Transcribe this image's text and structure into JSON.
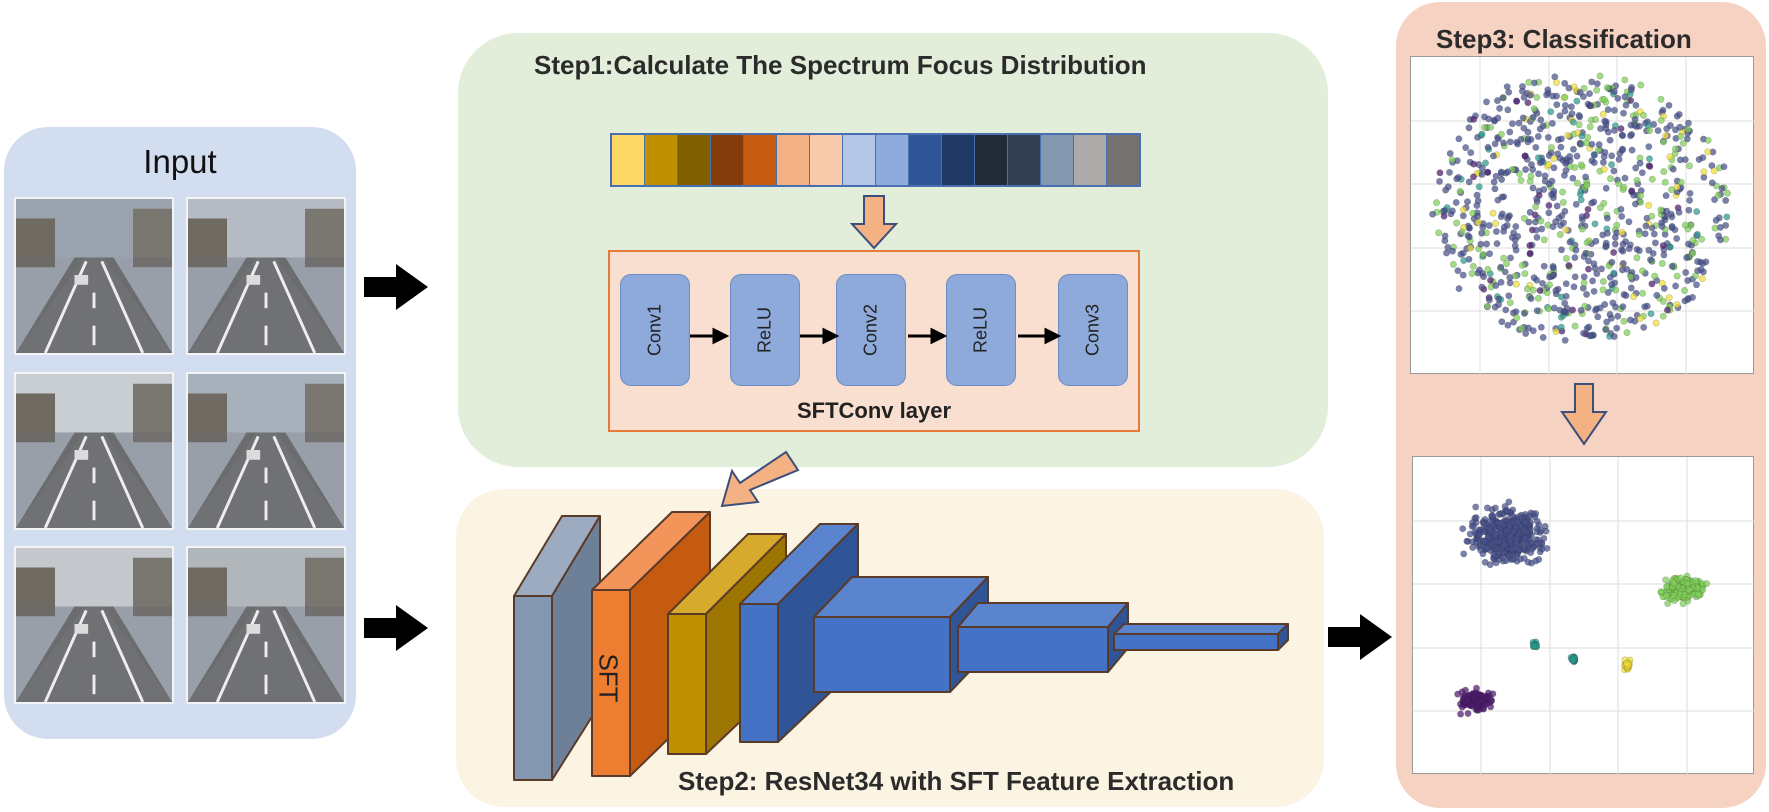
{
  "input": {
    "title": "Input",
    "images": [
      {
        "name": "road-image-1",
        "icon": "road-scene-image"
      },
      {
        "name": "road-image-2",
        "icon": "road-scene-image"
      },
      {
        "name": "road-image-3",
        "icon": "road-scene-image"
      },
      {
        "name": "road-image-4",
        "icon": "road-scene-image"
      },
      {
        "name": "road-image-5",
        "icon": "road-scene-image"
      },
      {
        "name": "road-image-6",
        "icon": "road-scene-image"
      }
    ]
  },
  "step1": {
    "title": "Step1:Calculate The Spectrum Focus Distribution",
    "spectrum_colors": [
      "#ffd966",
      "#bf9000",
      "#7f6000",
      "#843c0c",
      "#c55a11",
      "#f4b183",
      "#f8cbad",
      "#b4c7e7",
      "#8faadc",
      "#2f5597",
      "#203864",
      "#222a35",
      "#333f50",
      "#8497b0",
      "#aeaaaa",
      "#767171"
    ],
    "layer_blocks": [
      "Conv1",
      "ReLU",
      "Conv2",
      "ReLU",
      "Conv3"
    ],
    "layer_caption": "SFTConv layer"
  },
  "step2": {
    "title": "Step2: ResNet34 with SFT Feature Extraction",
    "sft_label": "SFT"
  },
  "step3": {
    "title": "Step3: Classification"
  },
  "colors": {
    "input_bg": "#d3ddf0",
    "step1_bg": "#e2eed9",
    "step2_bg": "#fcf4e2",
    "step3_bg": "#f6d2c2",
    "conv_block": "#8eaadb",
    "flow_arrow": "#f4b183",
    "cluster_colors": [
      "#46508a",
      "#7fcf58",
      "#2a9a8e",
      "#f0de38",
      "#4e1a6e"
    ]
  }
}
